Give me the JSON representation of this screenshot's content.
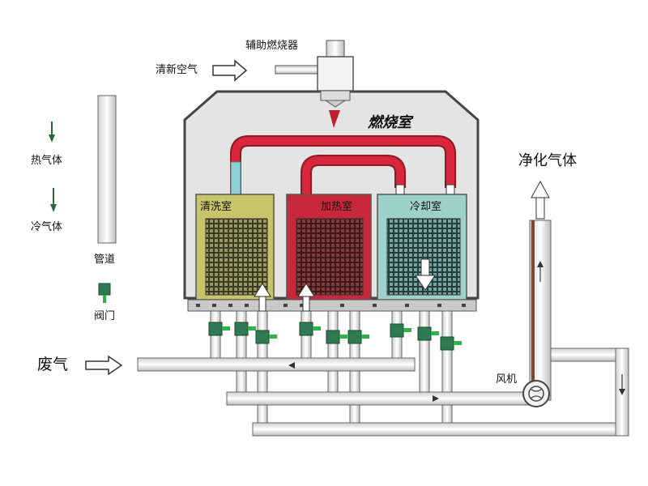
{
  "labels": {
    "auxiliary_burner": "辅助燃烧器",
    "fresh_air": "清新空气",
    "combustion_chamber": "燃烧室",
    "hot_gas": "热气体",
    "cold_gas": "冷气体",
    "pipe": "管道",
    "valve": "阀门",
    "exhaust_gas": "废气",
    "cleaning_chamber": "清洗室",
    "heating_chamber": "加热室",
    "cooling_chamber": "冷却室",
    "purified_gas": "净化气体",
    "fan": "风机"
  },
  "colors": {
    "cleaning": "#c8c46a",
    "heating": "#c8283c",
    "cooling": "#9fd1cc",
    "hot_pipe": "#d8263a",
    "cold_pipe": "#8ed0d6",
    "valve": "#2f7a52",
    "valve_handle": "#2fb24a",
    "housing": "#e2e2e2"
  }
}
